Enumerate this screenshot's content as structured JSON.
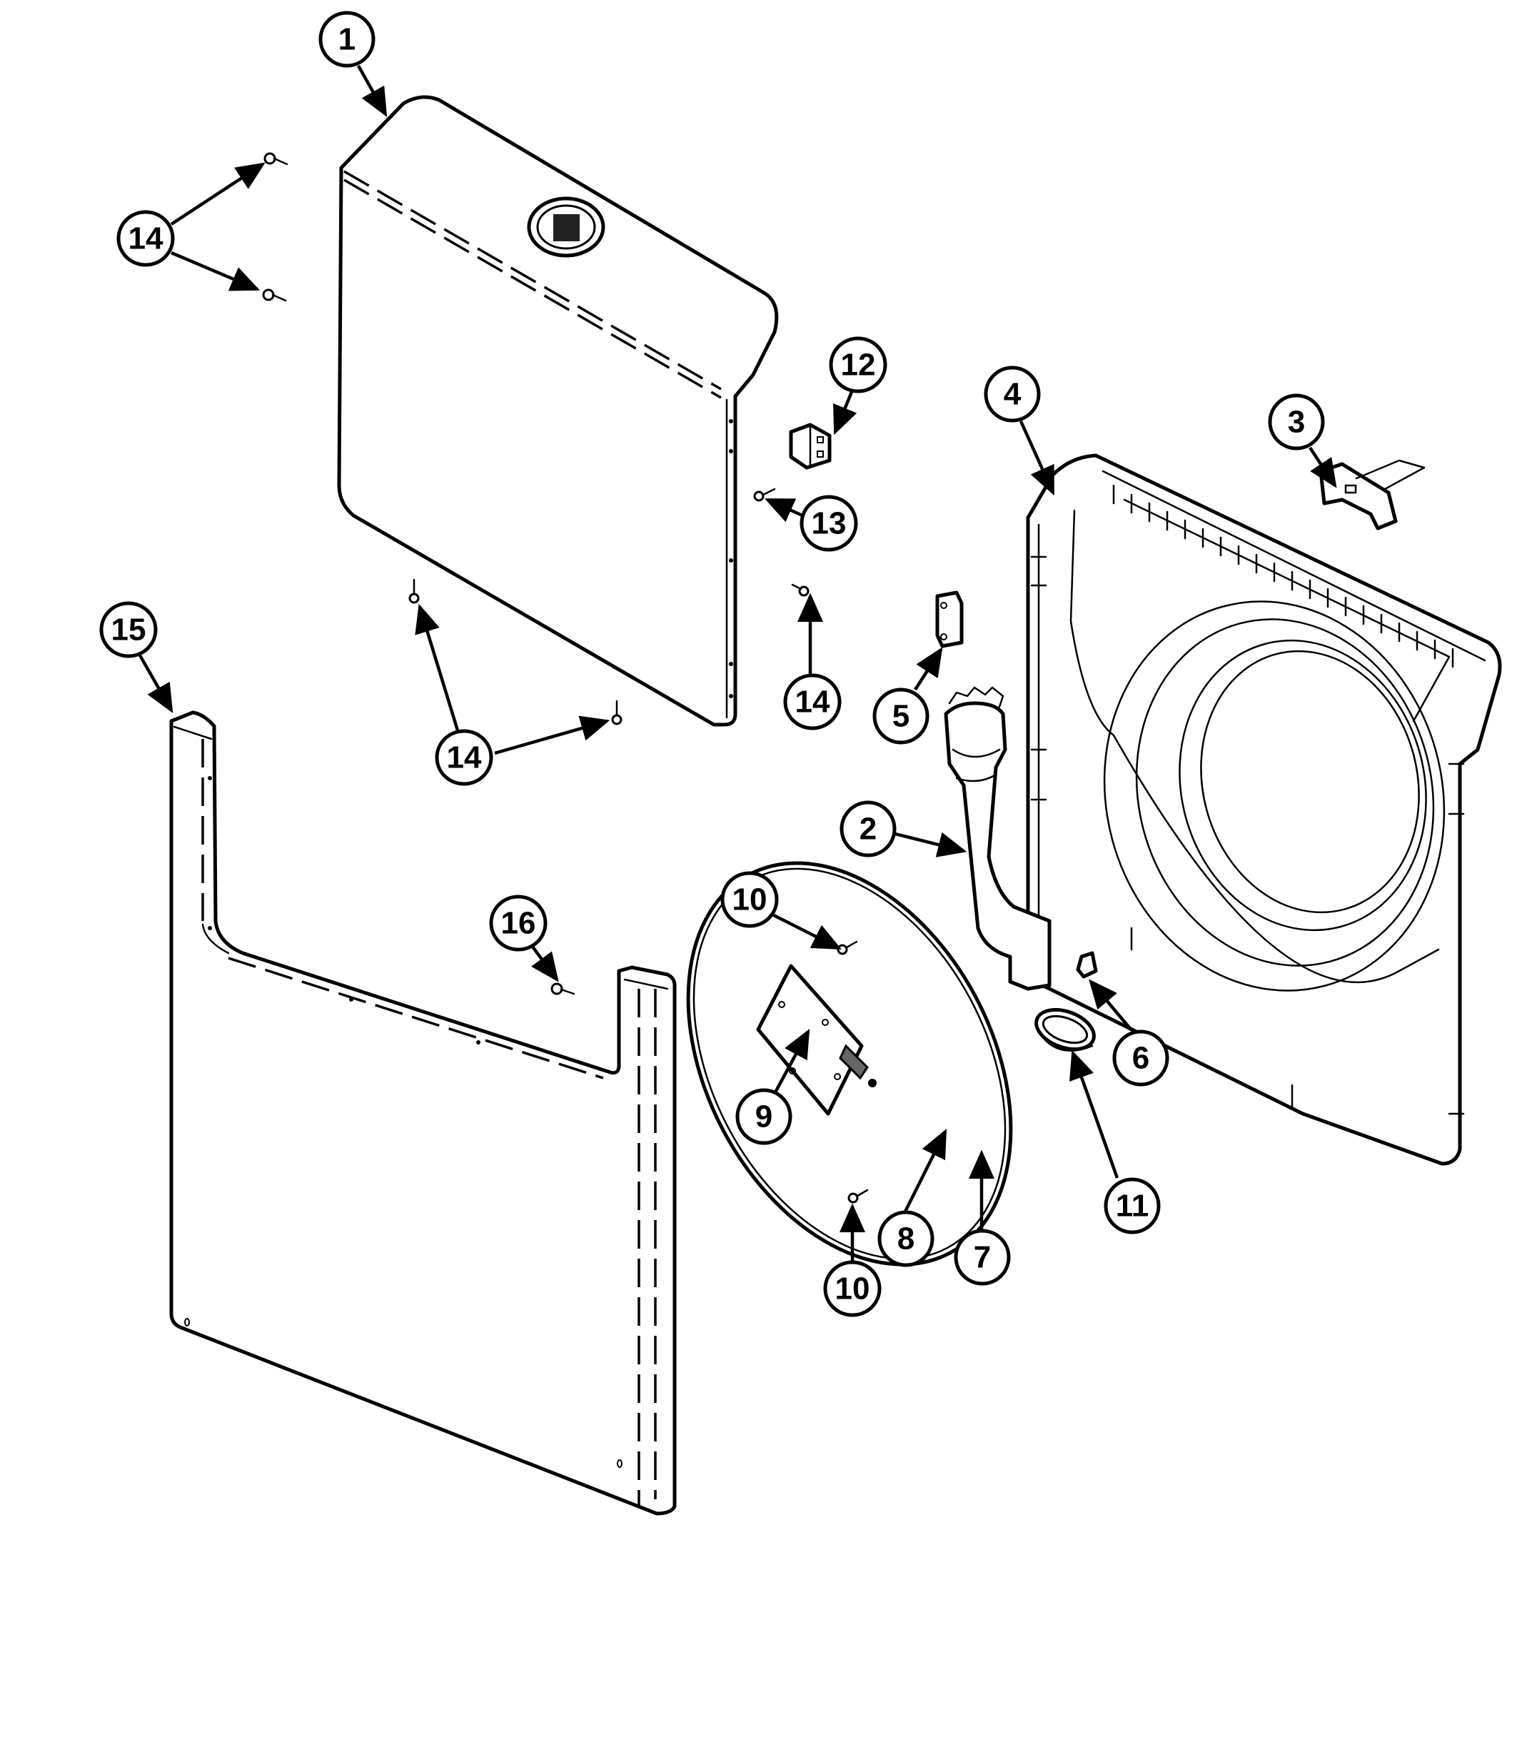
{
  "diagram": {
    "type": "exploded-parts-diagram",
    "callouts": [
      {
        "id": "c1",
        "label": "1"
      },
      {
        "id": "c14a",
        "label": "14"
      },
      {
        "id": "c12",
        "label": "12"
      },
      {
        "id": "c13",
        "label": "13"
      },
      {
        "id": "c4",
        "label": "4"
      },
      {
        "id": "c3",
        "label": "3"
      },
      {
        "id": "c15",
        "label": "15"
      },
      {
        "id": "c14b",
        "label": "14"
      },
      {
        "id": "c5",
        "label": "5"
      },
      {
        "id": "c14c",
        "label": "14"
      },
      {
        "id": "c2",
        "label": "2"
      },
      {
        "id": "c10a",
        "label": "10"
      },
      {
        "id": "c16",
        "label": "16"
      },
      {
        "id": "c6",
        "label": "6"
      },
      {
        "id": "c9",
        "label": "9"
      },
      {
        "id": "c11",
        "label": "11"
      },
      {
        "id": "c8",
        "label": "8"
      },
      {
        "id": "c7",
        "label": "7"
      },
      {
        "id": "c10b",
        "label": "10"
      }
    ],
    "parts": [
      {
        "number": "1",
        "depicts": "top-panel"
      },
      {
        "number": "2",
        "depicts": "fill-hose-duct"
      },
      {
        "number": "3",
        "depicts": "door-latch"
      },
      {
        "number": "4",
        "depicts": "front-panel-frame"
      },
      {
        "number": "5",
        "depicts": "bracket"
      },
      {
        "number": "6",
        "depicts": "clip"
      },
      {
        "number": "7",
        "depicts": "access-cover-seal"
      },
      {
        "number": "8",
        "depicts": "hinge-strip"
      },
      {
        "number": "9",
        "depicts": "access-plate"
      },
      {
        "number": "10",
        "depicts": "screw"
      },
      {
        "number": "11",
        "depicts": "grommet"
      },
      {
        "number": "12",
        "depicts": "hinge-bracket"
      },
      {
        "number": "13",
        "depicts": "screw"
      },
      {
        "number": "14",
        "depicts": "screw"
      },
      {
        "number": "15",
        "depicts": "bottom-front-panel"
      },
      {
        "number": "16",
        "depicts": "screw"
      }
    ]
  }
}
